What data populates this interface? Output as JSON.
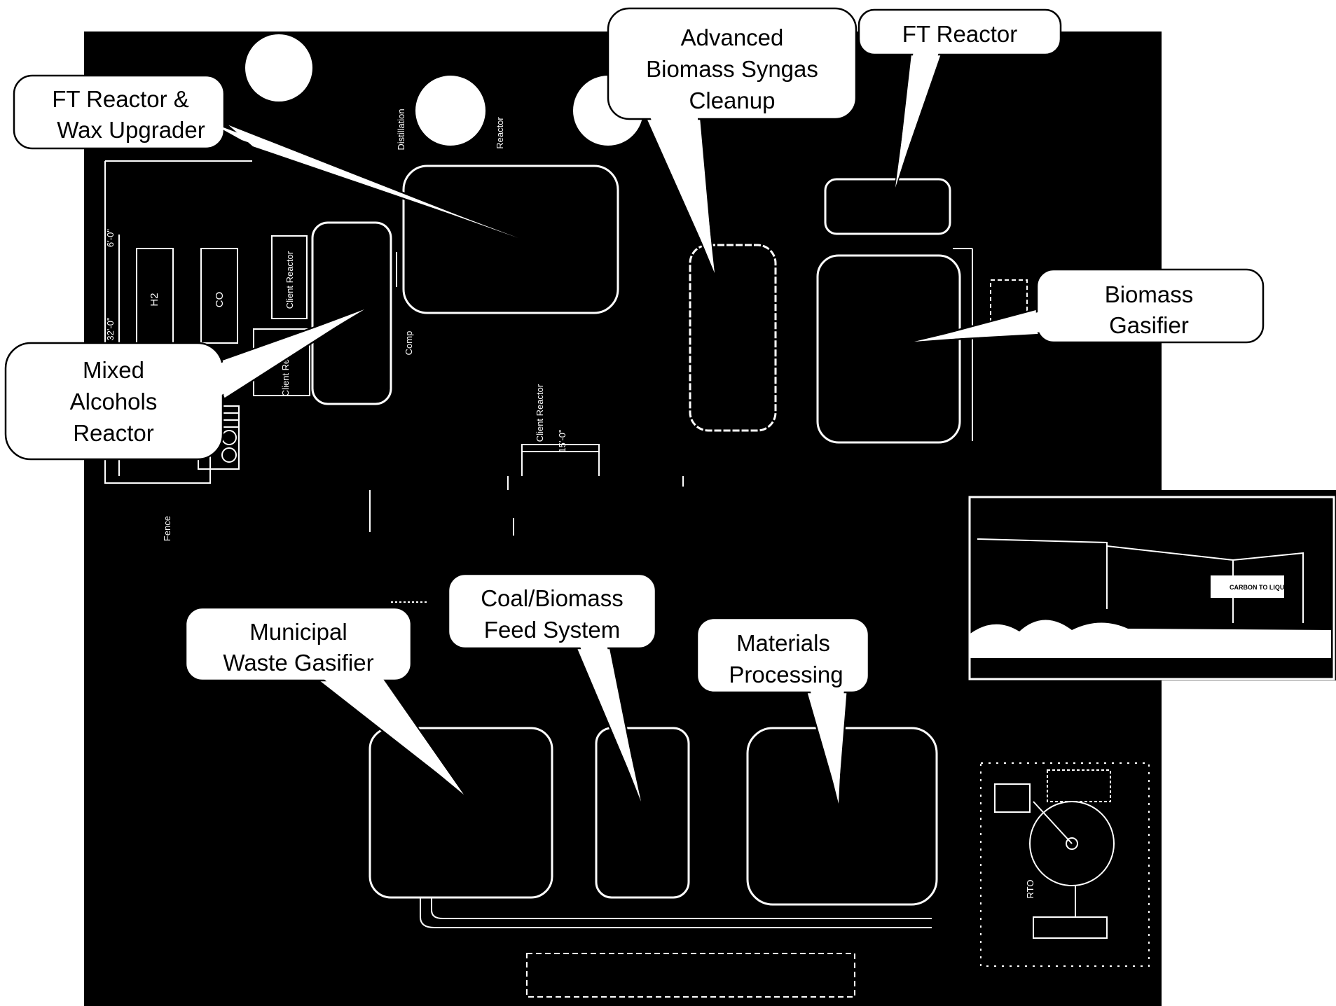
{
  "callouts": {
    "ft_wax": [
      "FT Reactor &",
      "Wax Upgrader"
    ],
    "adv_cleanup": [
      "Advanced",
      "Biomass Syngas",
      "Cleanup"
    ],
    "ft_reactor": [
      "FT Reactor"
    ],
    "biomass_gasifier": [
      "Biomass",
      "Gasifier"
    ],
    "mixed_alcohols": [
      "Mixed",
      "Alcohols",
      "Reactor"
    ],
    "coal_feed": [
      "Coal/Biomass",
      "Feed System"
    ],
    "municipal": [
      "Municipal",
      "Waste Gasifier"
    ],
    "materials": [
      "Materials",
      "Processing"
    ]
  },
  "plan_labels": {
    "h2": "H2",
    "co": "CO",
    "client_reactor_1": "Client Reactor",
    "client_reactor_2": "Client Reactor",
    "client_reactor_3": "Client Reactor",
    "distillation": "Distillation",
    "reactor": "Reactor",
    "comp": "Comp",
    "fence": "Fence",
    "rto": "RTO",
    "dim_15": "15'-0\"",
    "dim_6": "6'-0\"",
    "dim_32": "32'-0\"",
    "photo_sign": "CARBON TO LIQUIDS"
  },
  "colors": {
    "plan_background": "#000000",
    "callout_fill": "#ffffff",
    "outline": "#ffffff"
  }
}
